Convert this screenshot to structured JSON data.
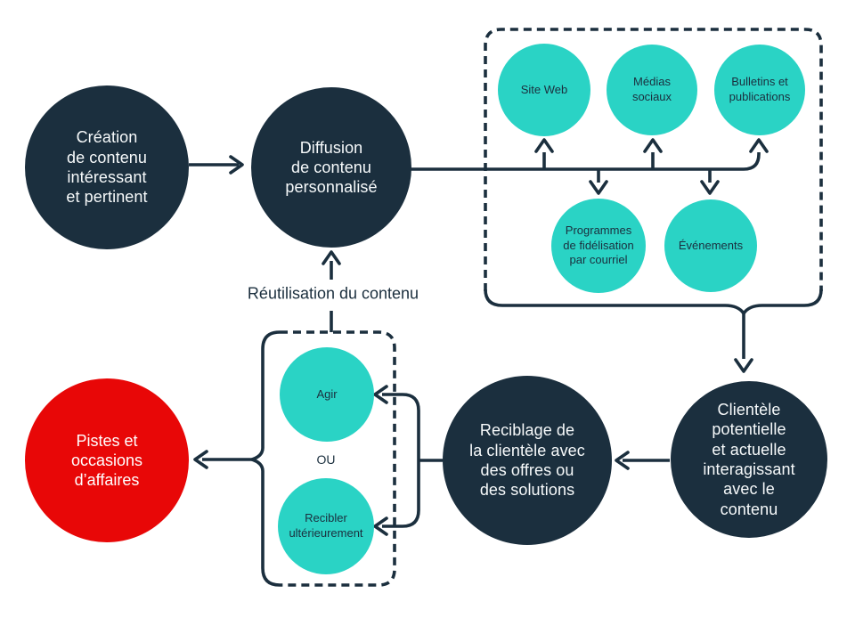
{
  "palette": {
    "navy": "#1b2f3e",
    "teal": "#2ad3c5",
    "red": "#e80707",
    "background": "#ffffff"
  },
  "nodes": {
    "creation": {
      "label": "Création\nde contenu\nintéressant\net pertinent"
    },
    "diffusion": {
      "label": "Diffusion\nde contenu\npersonnalisé"
    },
    "site_web": {
      "label": "Site Web"
    },
    "medias": {
      "label": "Médias\nsociaux"
    },
    "bulletins": {
      "label": "Bulletins et\npublications"
    },
    "programmes": {
      "label": "Programmes\nde fidélisation\npar courriel"
    },
    "evenements": {
      "label": "Événements"
    },
    "clientele": {
      "label": "Clientèle\npotentielle\net actuelle\ninteragissant\navec le\ncontenu"
    },
    "reciblage": {
      "label": "Reciblage de\nla clientèle avec\ndes offres ou\ndes solutions"
    },
    "agir": {
      "label": "Agir"
    },
    "recibler": {
      "label": "Recibler\nultérieurement"
    },
    "pistes": {
      "label": "Pistes et\noccasions\nd’affaires"
    }
  },
  "labels": {
    "reutilisation": "Réutilisation du contenu",
    "ou": "OU"
  }
}
